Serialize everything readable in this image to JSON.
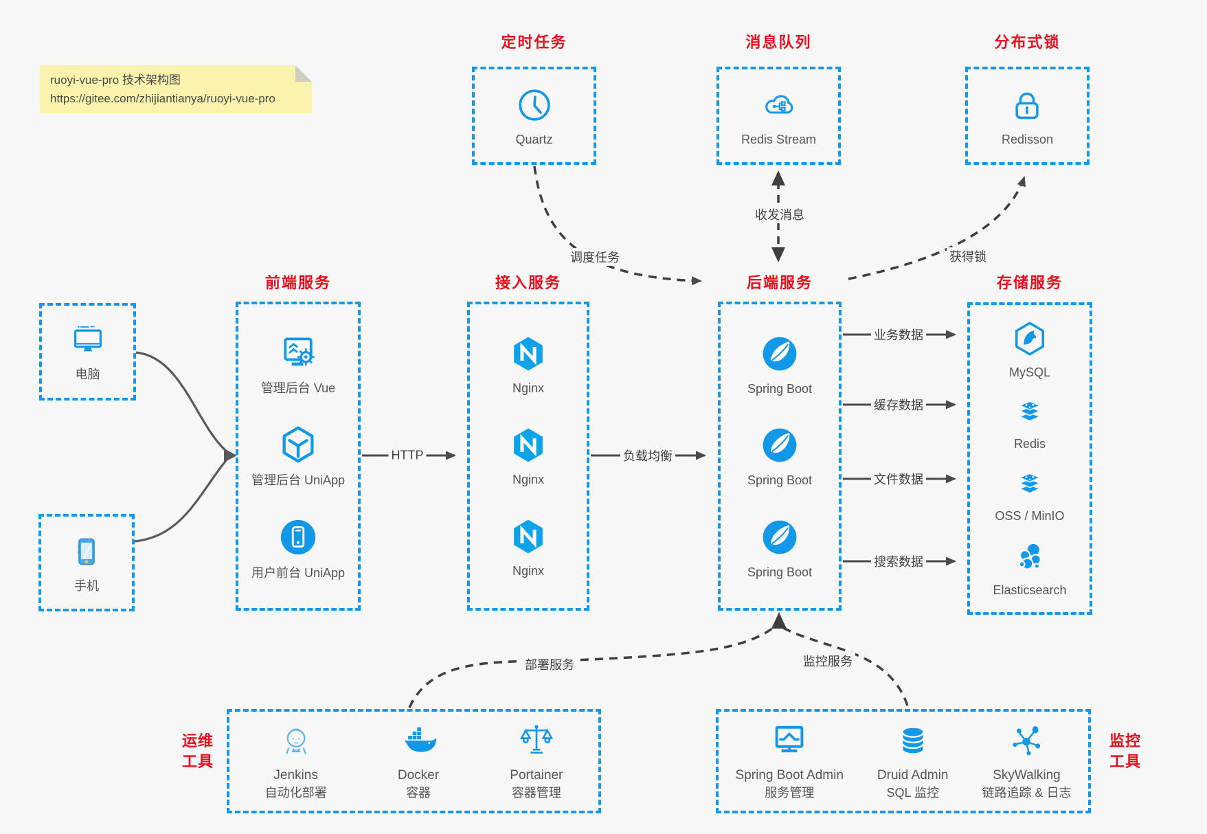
{
  "note": {
    "line1": "ruoyi-vue-pro 技术架构图",
    "line2": "https://gitee.com/zhijiantianya/ruoyi-vue-pro"
  },
  "colors": {
    "accent_blue": "#1598ea",
    "title_red": "#e8101e",
    "line_dark": "#4a4a4a",
    "note_bg": "#faf3ae",
    "canvas_bg": "#f7f7f8"
  },
  "groups": {
    "scheduled": {
      "title": "定时任务",
      "label": "Quartz"
    },
    "mq": {
      "title": "消息队列",
      "label": "Redis Stream"
    },
    "lock": {
      "title": "分布式锁",
      "label": "Redisson"
    },
    "clients": {
      "computer": "电脑",
      "phone": "手机"
    },
    "frontend": {
      "title": "前端服务",
      "items": [
        "管理后台 Vue",
        "管理后台 UniApp",
        "用户前台 UniApp"
      ]
    },
    "gateway": {
      "title": "接入服务",
      "items": [
        "Nginx",
        "Nginx",
        "Nginx"
      ]
    },
    "backend": {
      "title": "后端服务",
      "items": [
        "Spring Boot",
        "Spring Boot",
        "Spring Boot"
      ]
    },
    "storage": {
      "title": "存储服务",
      "items": [
        "MySQL",
        "Redis",
        "OSS / MinIO",
        "Elasticsearch"
      ]
    },
    "ops": {
      "title_line1": "运维",
      "title_line2": "工具",
      "items": [
        {
          "name": "Jenkins",
          "desc": "自动化部署"
        },
        {
          "name": "Docker",
          "desc": "容器"
        },
        {
          "name": "Portainer",
          "desc": "容器管理"
        }
      ]
    },
    "monitor_tools": {
      "title_line1": "监控",
      "title_line2": "工具",
      "items": [
        {
          "name": "Spring Boot Admin",
          "desc": "服务管理"
        },
        {
          "name": "Druid Admin",
          "desc": "SQL 监控"
        },
        {
          "name": "SkyWalking",
          "desc": "链路追踪 & 日志"
        }
      ]
    }
  },
  "edges": {
    "http": "HTTP",
    "lb": "负载均衡",
    "biz": "业务数据",
    "cache": "缓存数据",
    "file": "文件数据",
    "search": "搜索数据",
    "schedule": "调度任务",
    "message": "收发消息",
    "acquire_lock": "获得锁",
    "deploy": "部署服务",
    "monitoring": "监控服务"
  }
}
